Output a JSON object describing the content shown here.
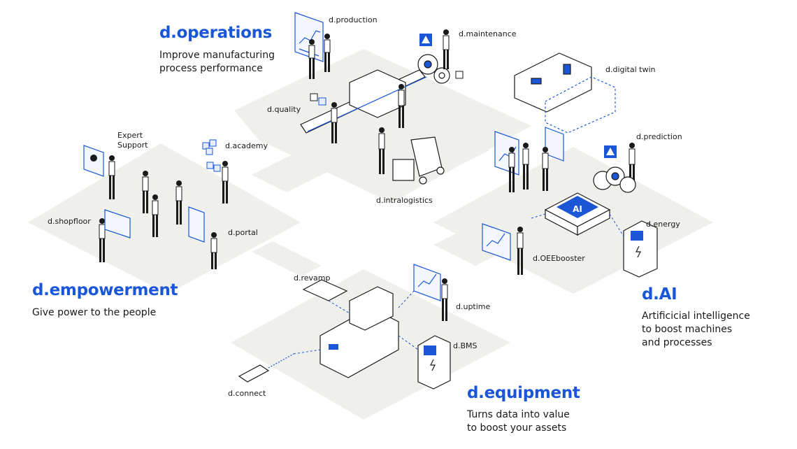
{
  "colors": {
    "accent": "#1a56d6",
    "platform": "#efefec",
    "ink": "#1a1a1a"
  },
  "sections": {
    "operations": {
      "title": "d.operations",
      "subtitle": "Improve manufacturing\nprocess performance"
    },
    "empowerment": {
      "title": "d.empowerment",
      "subtitle": "Give power to the people"
    },
    "ai": {
      "title": "d.AI",
      "subtitle": "Artificicial intelligence\nto boost machines\nand processes"
    },
    "equipment": {
      "title": "d.equipment",
      "subtitle": "Turns data into value\nto boost your assets"
    }
  },
  "labels": {
    "production": "d.production",
    "maintenance": "d.maintenance",
    "quality": "d.quality",
    "intralogistics": "d.intralogistics",
    "digital_twin": "d.digital twin",
    "prediction": "d.prediction",
    "expert_support": "Expert\nSupport",
    "academy": "d.academy",
    "shopfloor": "d.shopfloor",
    "portal": "d.portal",
    "energy": "d.energy",
    "oeebooster": "d.OEEbooster",
    "revamp": "d.revamp",
    "uptime": "d.uptime",
    "bms": "d.BMS",
    "connect": "d.connect"
  },
  "ai_chip": {
    "text": "AI"
  },
  "icons": [
    "person-icon",
    "dashboard-screen-icon",
    "gear-icon",
    "cube-icon",
    "forklift-icon",
    "conveyor-icon",
    "machine-icon",
    "battery-cabinet-icon",
    "ai-chip-icon",
    "cable-icon",
    "warning-icon"
  ]
}
